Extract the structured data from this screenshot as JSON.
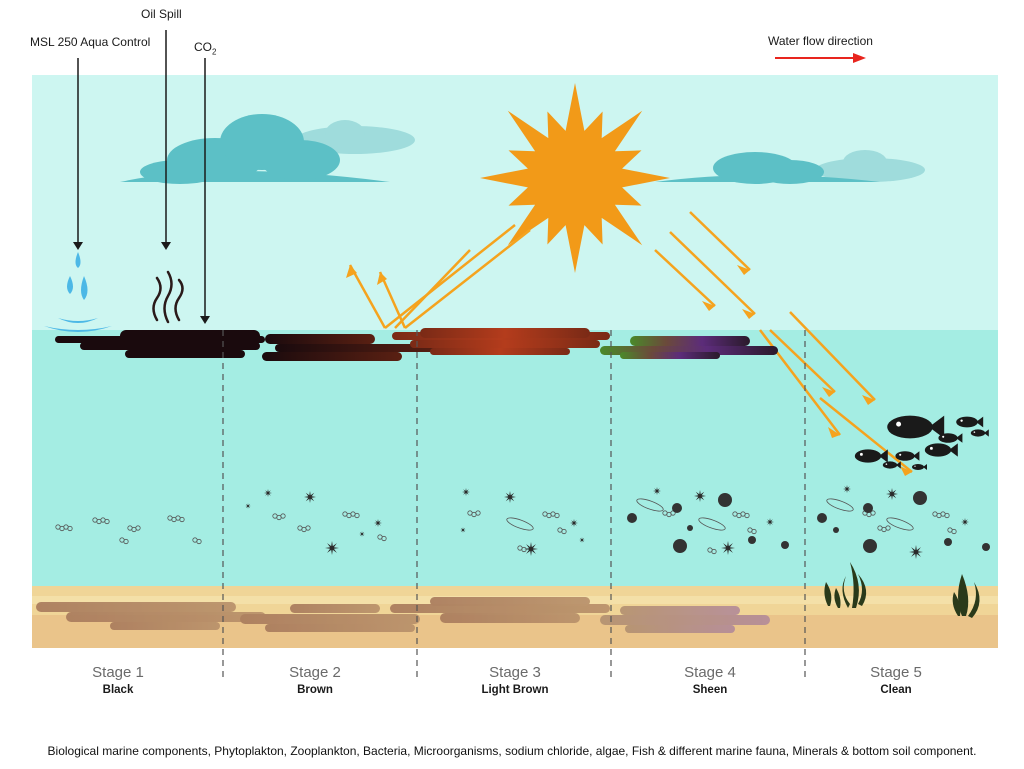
{
  "labels": {
    "aqua_control": "MSL 250 Aqua Control",
    "oil_spill": "Oil Spill",
    "co2_main": "CO",
    "co2_sub": "2",
    "water_flow": "Water flow direction"
  },
  "stages": [
    {
      "number": "Stage 1",
      "name": "Black"
    },
    {
      "number": "Stage 2",
      "name": "Brown"
    },
    {
      "number": "Stage 3",
      "name": "Light Brown"
    },
    {
      "number": "Stage 4",
      "name": "Sheen"
    },
    {
      "number": "Stage 5",
      "name": "Clean"
    }
  ],
  "footer": "Biological marine components, Phytoplakton, Zooplankton, Bacteria, Microorganisms, sodium chloride, algae, Fish & different marine fauna, Minerals & bottom soil component.",
  "colors": {
    "sky": "#cdf6f1",
    "water": "#a4ede3",
    "sand": "#f0d597",
    "cloud": "#5cc0c6",
    "sun": "#f29a18",
    "sun_ray": "#f5a31e",
    "flow_arrow": "#e8251e",
    "oil_black": "#1a0a0d",
    "oil_brown": "#7a2a16",
    "oil_light_brown": "#c0401e",
    "sheen_purple": "#5c2c7a",
    "sheen_green": "#4a8a2a",
    "sediment": "#a87a5c"
  },
  "icons": [
    "water-drops-icon",
    "steam-icon",
    "sun-icon",
    "cloud-icon",
    "fish-icon",
    "algae-icon",
    "plankton-icon",
    "bacteria-icon"
  ]
}
